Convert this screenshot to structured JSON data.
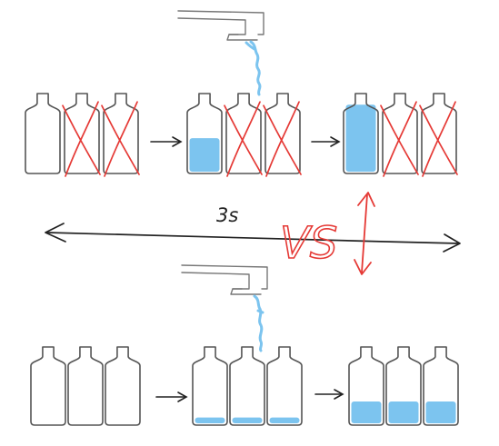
{
  "duration_label": "3s",
  "vs_label": "VS",
  "colors": {
    "ink": "#555555",
    "dark_ink": "#222222",
    "water": "#7cc4ef",
    "red": "#e53935"
  },
  "top_row": {
    "description_key": "serial filling",
    "stages": [
      {
        "bottles": [
          {
            "fill": 0.0,
            "crossed": false
          },
          {
            "fill": 0.0,
            "crossed": true
          },
          {
            "fill": 0.0,
            "crossed": true
          }
        ]
      },
      {
        "bottles": [
          {
            "fill": 0.45,
            "crossed": false
          },
          {
            "fill": 0.0,
            "crossed": true
          },
          {
            "fill": 0.0,
            "crossed": true
          }
        ]
      },
      {
        "bottles": [
          {
            "fill": 0.9,
            "crossed": false
          },
          {
            "fill": 0.0,
            "crossed": true
          },
          {
            "fill": 0.0,
            "crossed": true
          }
        ]
      }
    ]
  },
  "bottom_row": {
    "stages": [
      {
        "bottles": [
          {
            "fill": 0.0,
            "crossed": false
          },
          {
            "fill": 0.0,
            "crossed": false
          },
          {
            "fill": 0.0,
            "crossed": false
          }
        ]
      },
      {
        "bottles": [
          {
            "fill": 0.08,
            "crossed": false
          },
          {
            "fill": 0.08,
            "crossed": false
          },
          {
            "fill": 0.08,
            "crossed": false
          }
        ]
      },
      {
        "bottles": [
          {
            "fill": 0.3,
            "crossed": false
          },
          {
            "fill": 0.3,
            "crossed": false
          },
          {
            "fill": 0.3,
            "crossed": false
          }
        ]
      }
    ]
  }
}
